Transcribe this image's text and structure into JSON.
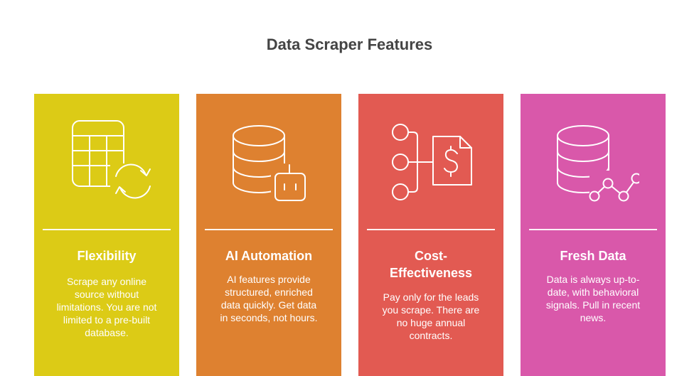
{
  "title": "Data Scraper Features",
  "cards": [
    {
      "title": "Flexibility",
      "description": "Scrape any online source without limitations. You are not limited to a pre-built database.",
      "icon": "table-refresh-icon",
      "color": "#dccb16"
    },
    {
      "title": "AI Automation",
      "description": "AI features provide structured, enriched data quickly. Get data in seconds, not hours.",
      "icon": "database-robot-icon",
      "color": "#de8130"
    },
    {
      "title": "Cost-Effectiveness",
      "description": "Pay only for the leads you scrape. There are no huge annual contracts.",
      "icon": "network-dollar-document-icon",
      "color": "#e25a52"
    },
    {
      "title": "Fresh Data",
      "description": "Data is always up-to-date, with behavioral signals. Pull in recent news.",
      "icon": "database-line-chart-icon",
      "color": "#d958aa"
    }
  ]
}
